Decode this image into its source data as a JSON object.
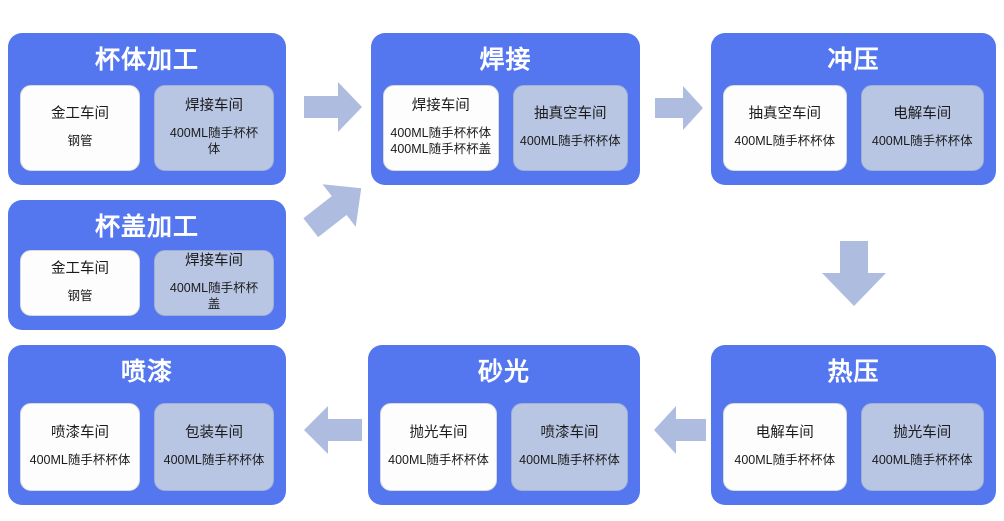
{
  "diagram": {
    "title": "",
    "colors": {
      "stage_blue": "#5477F0",
      "card_white": "#FDFDFD",
      "card_grey": "#B8C6E4",
      "arrow_grey": "#AEBDDF",
      "text_dark": "#1b1b1b",
      "text_light": "#ffffff"
    },
    "stages": [
      {
        "id": "cup-body-processing",
        "title": "杯体加工",
        "cards": [
          {
            "style": "white",
            "title": "金工车间",
            "lines": [
              "钢管"
            ]
          },
          {
            "style": "grey",
            "title": "焊接车间",
            "lines": [
              "400ML随手杯杯体"
            ]
          }
        ]
      },
      {
        "id": "welding",
        "title": "焊接",
        "cards": [
          {
            "style": "white",
            "title": "焊接车间",
            "lines": [
              "400ML随手杯杯体",
              "400ML随手杯杯盖"
            ]
          },
          {
            "style": "grey",
            "title": "抽真空车间",
            "lines": [
              "400ML随手杯杯体"
            ]
          }
        ]
      },
      {
        "id": "stamping",
        "title": "冲压",
        "cards": [
          {
            "style": "white",
            "title": "抽真空车间",
            "lines": [
              "400ML随手杯杯体"
            ]
          },
          {
            "style": "grey",
            "title": "电解车间",
            "lines": [
              "400ML随手杯杯体"
            ]
          }
        ]
      },
      {
        "id": "cup-lid-processing",
        "title": "杯盖加工",
        "cards": [
          {
            "style": "white",
            "title": "金工车间",
            "lines": [
              "钢管"
            ]
          },
          {
            "style": "grey",
            "title": "焊接车间",
            "lines": [
              "400ML随手杯杯盖"
            ]
          }
        ]
      },
      {
        "id": "painting",
        "title": "喷漆",
        "cards": [
          {
            "style": "white",
            "title": "喷漆车间",
            "lines": [
              "400ML随手杯杯体"
            ]
          },
          {
            "style": "grey",
            "title": "包装车间",
            "lines": [
              "400ML随手杯杯体"
            ]
          }
        ]
      },
      {
        "id": "sanding",
        "title": "砂光",
        "cards": [
          {
            "style": "white",
            "title": "抛光车间",
            "lines": [
              "400ML随手杯杯体"
            ]
          },
          {
            "style": "grey",
            "title": "喷漆车间",
            "lines": [
              "400ML随手杯杯体"
            ]
          }
        ]
      },
      {
        "id": "hot-pressing",
        "title": "热压",
        "cards": [
          {
            "style": "white",
            "title": "电解车间",
            "lines": [
              "400ML随手杯杯体"
            ]
          },
          {
            "style": "grey",
            "title": "抛光车间",
            "lines": [
              "400ML随手杯杯体"
            ]
          }
        ]
      }
    ],
    "arrows": [
      {
        "id": "arrow-body-to-welding",
        "direction": "right",
        "icon": "arrow-right-icon"
      },
      {
        "id": "arrow-welding-to-stamping",
        "direction": "right",
        "icon": "arrow-right-icon"
      },
      {
        "id": "arrow-lid-to-welding",
        "direction": "up-right",
        "icon": "arrow-up-right-icon"
      },
      {
        "id": "arrow-stamping-to-hotpress",
        "direction": "down",
        "icon": "arrow-down-icon"
      },
      {
        "id": "arrow-hotpress-to-sanding",
        "direction": "left",
        "icon": "arrow-left-icon"
      },
      {
        "id": "arrow-sanding-to-painting",
        "direction": "left",
        "icon": "arrow-left-icon"
      }
    ]
  }
}
